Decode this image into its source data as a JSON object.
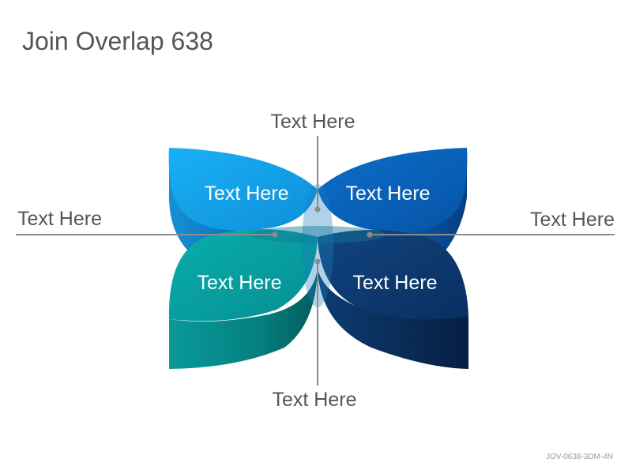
{
  "slide": {
    "title": "Join Overlap 638",
    "footer_code": "JOV-0638-3DM-4N"
  },
  "petals": [
    {
      "id": "top-left",
      "label": "Text Here",
      "color": "#1aa3ea"
    },
    {
      "id": "top-right",
      "label": "Text Here",
      "color": "#0a63bd"
    },
    {
      "id": "bottom-left",
      "label": "Text Here",
      "color": "#06a0a0"
    },
    {
      "id": "bottom-right",
      "label": "Text Here",
      "color": "#0f3a72"
    }
  ],
  "callouts": {
    "top": "Text Here",
    "left": "Text Here",
    "right": "Text Here",
    "bottom": "Text Here"
  },
  "colors": {
    "line": "#8c8c8c",
    "callout_text": "#555555",
    "title_text": "#555555"
  }
}
